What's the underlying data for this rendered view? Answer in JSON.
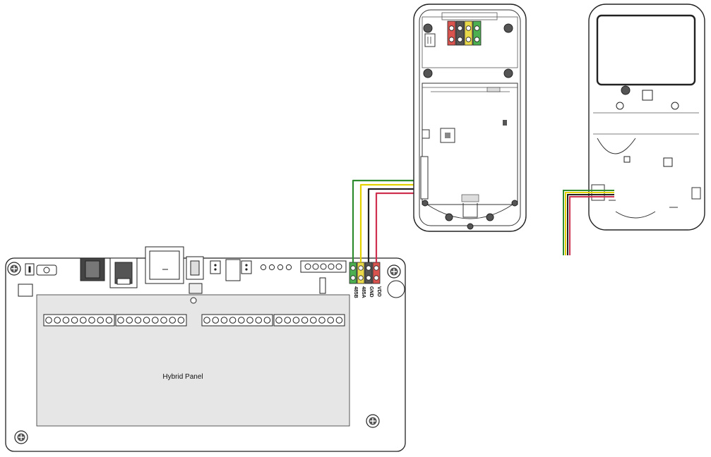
{
  "panel": {
    "label": "Hybrid Panel",
    "terminals": [
      {
        "label": "485B",
        "color": "#4caf50"
      },
      {
        "label": "485A",
        "color": "#e8d84a"
      },
      {
        "label": "GND",
        "color": "#555555"
      },
      {
        "label": "VDD",
        "color": "#d9534f"
      }
    ]
  },
  "wire_colors": {
    "green": "#2e8b2e",
    "yellow": "#e3d200",
    "black": "#222222",
    "red": "#d03050"
  }
}
